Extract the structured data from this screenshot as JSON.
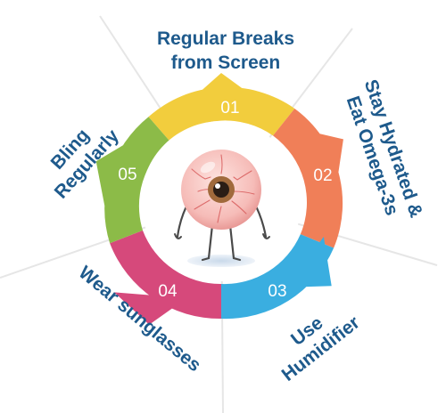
{
  "colors": {
    "text": "#1e5a8c",
    "seg_01": "#f2cd3d",
    "seg_02": "#f07f58",
    "seg_03": "#3aaee0",
    "seg_04": "#d6497b",
    "seg_05": "#8cbb48",
    "iris": "#a06a3c",
    "sclera": "#f4b7b5"
  },
  "center_icon": "bloodshot-eye-character-icon",
  "steps": [
    {
      "number": "01",
      "line1": "Regular Breaks",
      "line2": "from Screen"
    },
    {
      "number": "02",
      "line1": "Stay Hydrated &",
      "line2": "Eat Omega-3s"
    },
    {
      "number": "03",
      "line1": "Use",
      "line2": "Humidifier"
    },
    {
      "number": "04",
      "line1": "Wear sunglasses",
      "line2": ""
    },
    {
      "number": "05",
      "line1": "Bling",
      "line2": "Regularly"
    }
  ]
}
